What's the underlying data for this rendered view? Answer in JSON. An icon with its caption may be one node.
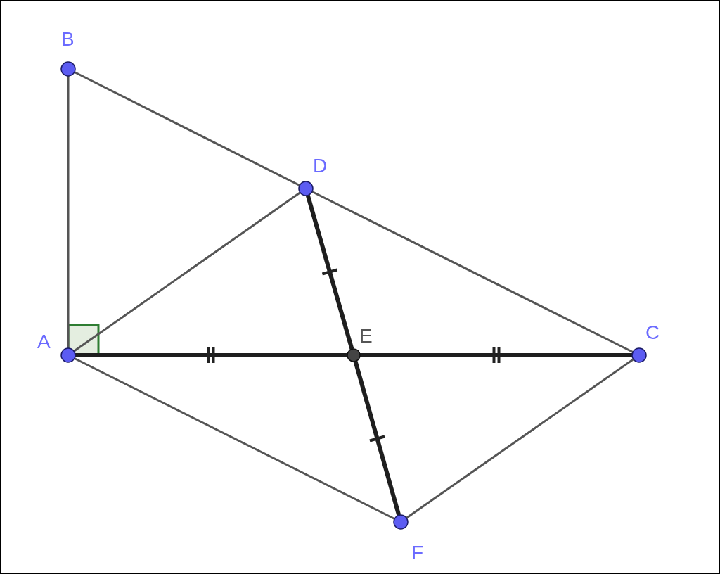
{
  "diagram": {
    "nodes": [
      {
        "text": [
          "B"
        ]
      },
      {
        "text": [
          "D"
        ]
      },
      {
        "text": [
          "A"
        ]
      },
      {
        "text": [
          "E"
        ]
      },
      {
        "text": [
          "C"
        ]
      },
      {
        "text": [
          "F"
        ]
      }
    ],
    "edges": [
      {
        "from": 2,
        "to": 0,
        "arrow": "none"
      },
      {
        "from": 0,
        "to": 1,
        "arrow": "none"
      },
      {
        "from": 1,
        "to": 4,
        "arrow": "none"
      },
      {
        "from": 2,
        "to": 1,
        "arrow": "none"
      },
      {
        "from": 2,
        "to": 3,
        "arrow": "none",
        "style": "thick"
      },
      {
        "from": 3,
        "to": 4,
        "arrow": "none",
        "style": "thick"
      },
      {
        "from": 1,
        "to": 3,
        "arrow": "none",
        "style": "thick"
      },
      {
        "from": 3,
        "to": 5,
        "arrow": "none",
        "style": "thick"
      },
      {
        "from": 2,
        "to": 5,
        "arrow": "none"
      },
      {
        "from": 5,
        "to": 4,
        "arrow": "none"
      }
    ]
  }
}
